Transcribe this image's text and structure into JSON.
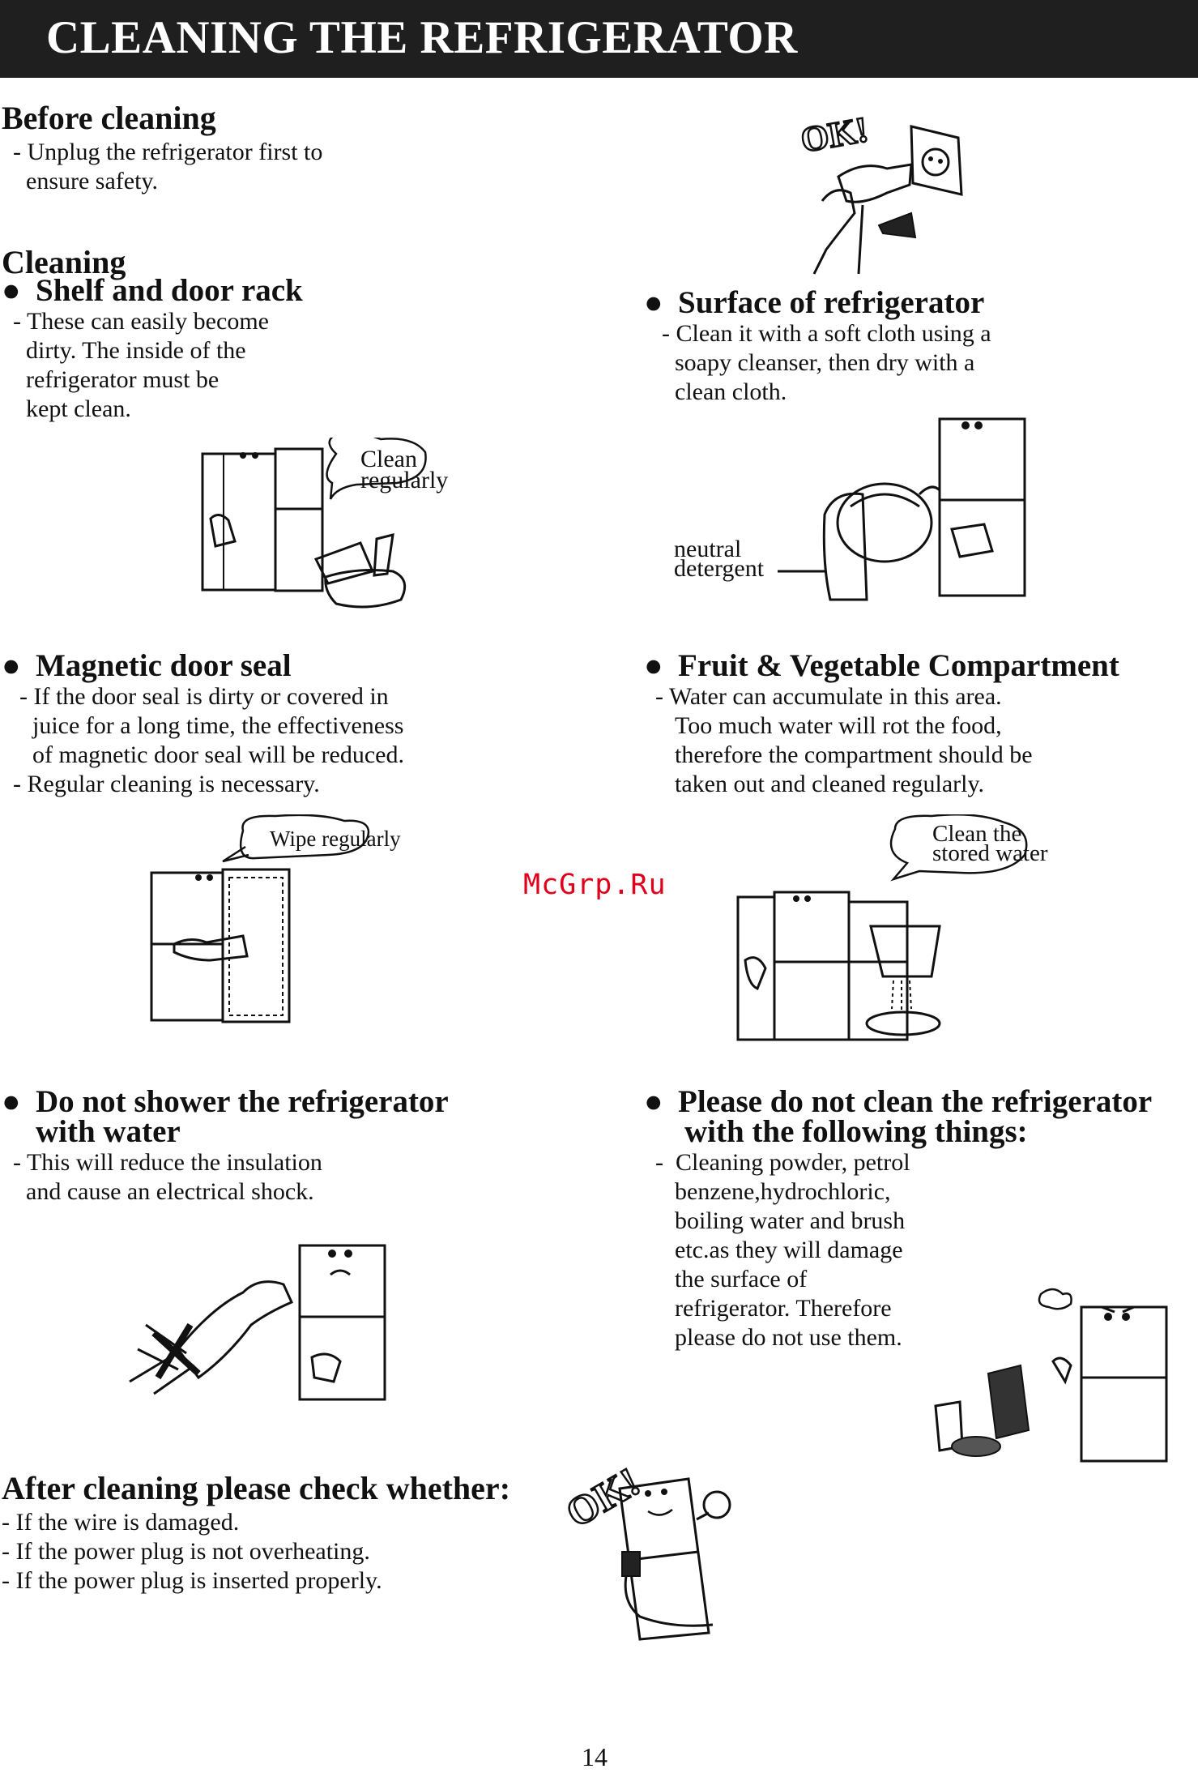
{
  "page": {
    "title": "CLEANING THE REFRIGERATOR",
    "page_number": "14",
    "watermark": "McGrp.Ru"
  },
  "colors": {
    "header_bg": "#1f1f1f",
    "header_text": "#ffffff",
    "watermark": "#e0001b"
  },
  "before_cleaning": {
    "heading": "Before cleaning",
    "lines": [
      "- Unplug the refrigerator first to",
      "ensure safety."
    ]
  },
  "cleaning": {
    "heading": "Cleaning"
  },
  "shelf": {
    "bullet": "●",
    "title": "Shelf and door rack",
    "lines": [
      "- These can easily become",
      "dirty. The inside of the",
      "refrigerator must be",
      "kept clean."
    ],
    "bubble_line1": "Clean",
    "bubble_line2": "regularly"
  },
  "surface": {
    "bullet": "●",
    "title": "Surface of refrigerator",
    "lines": [
      "- Clean it with a soft cloth using a",
      "soapy cleanser, then dry with a",
      "clean cloth."
    ],
    "label_line1": "neutral",
    "label_line2": "detergent"
  },
  "magnetic": {
    "bullet": "●",
    "title": "Magnetic door seal",
    "lines": [
      "- If the door seal is dirty or covered in",
      "juice for a long time, the effectiveness",
      "of magnetic door seal will be reduced.",
      "- Regular cleaning is necessary."
    ],
    "bubble": "Wipe regularly"
  },
  "fruit": {
    "bullet": "●",
    "title": "Fruit & Vegetable Compartment",
    "lines": [
      "- Water can accumulate in this area.",
      "Too much water will rot the food,",
      "therefore the compartment should be",
      "taken out and cleaned regularly."
    ],
    "bubble_line1": "Clean the",
    "bubble_line2": "stored water"
  },
  "shower": {
    "bullet": "●",
    "title_line1": "Do not shower the refrigerator",
    "title_line2": "with water",
    "lines": [
      "- This will reduce the insulation",
      "and cause an electrical shock."
    ]
  },
  "donot": {
    "bullet": "●",
    "title_line1": "Please do not clean the refrigerator",
    "title_line2": "with the following things:",
    "lines": [
      "-  Cleaning powder, petrol",
      "benzene,hydrochloric,",
      "boiling water and brush",
      "etc.as they will damage",
      "the surface of",
      "refrigerator. Therefore",
      "please do not use them."
    ]
  },
  "after": {
    "heading": "After cleaning please check whether:",
    "lines": [
      "- If the wire is damaged.",
      "- If the power plug is not overheating.",
      "- If the power plug is inserted properly."
    ]
  },
  "illustrations": {
    "plug": {
      "icon": "plug-socket-icon",
      "text": "OK!"
    },
    "ok_fridge": {
      "icon": "ok-fridge-icon",
      "text": "OK!"
    }
  }
}
